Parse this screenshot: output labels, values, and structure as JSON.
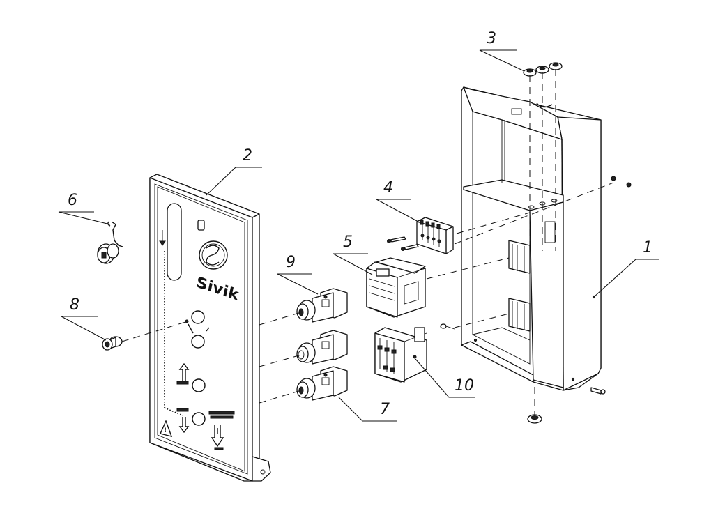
{
  "diagram": {
    "labels": {
      "l1": "1",
      "l2": "2",
      "l3": "3",
      "l4": "4",
      "l5": "5",
      "l6": "6",
      "l7": "7",
      "l8": "8",
      "l9": "9",
      "l10": "10"
    },
    "logo_text": "Sivik"
  }
}
